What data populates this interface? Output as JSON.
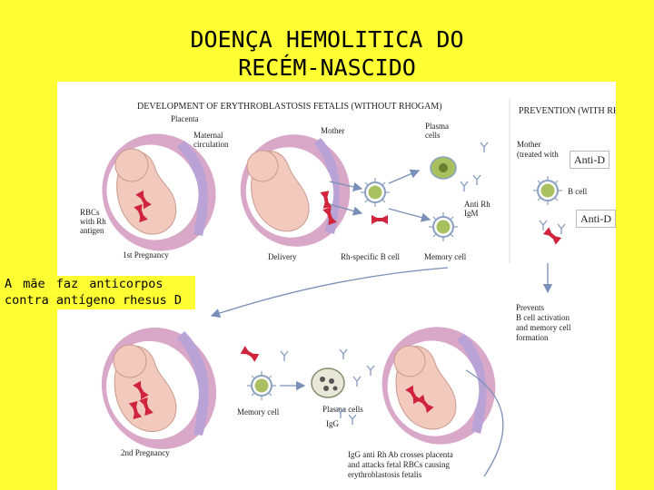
{
  "title": {
    "line1": "DOENÇA HEMOLITICA DO",
    "line2": "RECÉM-NASCIDO"
  },
  "caption": {
    "line1": "A mãe faz anticorpos",
    "line2": "contra antígeno rhesus D"
  },
  "figure": {
    "heading_left": "DEVELOPMENT OF ERYTHROBLASTOSIS FETALIS (WITHOUT RHOGAM)",
    "heading_right": "PREVENTION (WITH RHOGAM)",
    "labels": {
      "placenta": "Placenta",
      "maternal_circ_1": "Maternal",
      "maternal_circ_2": "circulation",
      "mother": "Mother",
      "plasma_cells_1": "Plasma",
      "plasma_cells_2": "cells",
      "rbcs_1": "RBCs",
      "rbcs_2": "with Rh",
      "rbcs_3": "antigen",
      "anti_rh_1": "Anti Rh",
      "anti_rh_2": "IgM",
      "first_pregnancy": "1st Pregnancy",
      "delivery": "Delivery",
      "rh_specific_b_cell": "Rh-specific B cell",
      "memory_cell_top": "Memory cell",
      "mother_treated_1": "Mother",
      "mother_treated_2": "(treated with",
      "b_cell": "B cell",
      "prevents_1": "Prevents",
      "prevents_2": "B cell activation",
      "prevents_3": "and memory cell",
      "prevents_4": "formation",
      "memory_cell_bottom": "Memory cell",
      "plasma_cells_bottom": "Plasma cells",
      "igg": "IgG",
      "second_pregnancy": "2nd Pregnancy",
      "igg_note_1": "IgG anti Rh Ab crosses placenta",
      "igg_note_2": "and attacks fetal RBCs causing",
      "igg_note_3": "erythroblastosis fetalis"
    },
    "anti_d_1": "Anti-D",
    "anti_d_2": "Anti-D"
  },
  "colors": {
    "background": "#ffff33",
    "uterus": "#d9a7c8",
    "placenta": "#b9a2d6",
    "fetus": "#f2c9bd",
    "rbc": "#d0233c",
    "b_cell": "#a8c060",
    "arrow": "#7a8fb8"
  }
}
